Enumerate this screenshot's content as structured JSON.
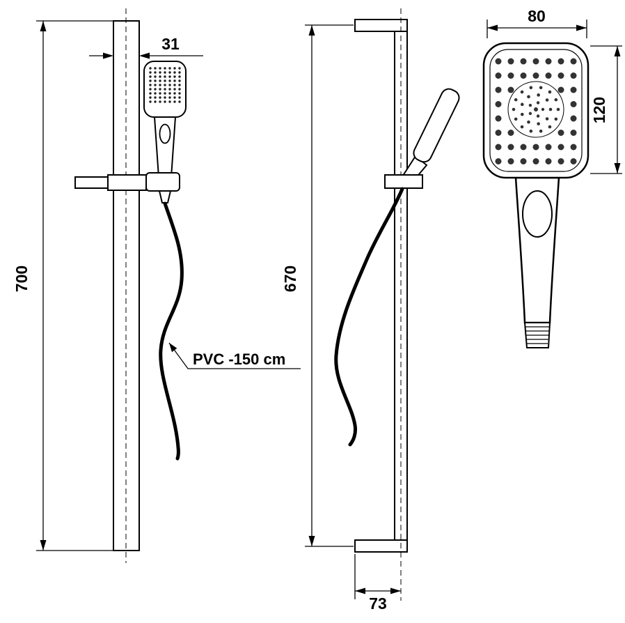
{
  "drawing": {
    "colors": {
      "background": "#ffffff",
      "line": "#000000",
      "nozzle_dot": "#333333"
    },
    "dimensions": {
      "front_rail_height": "700",
      "front_bar_width": "31",
      "side_rail_height": "670",
      "side_bottom_offset": "73",
      "detail_head_width": "80",
      "detail_head_height": "120"
    },
    "labels": {
      "hose_material": "PVC -150 cm"
    }
  }
}
